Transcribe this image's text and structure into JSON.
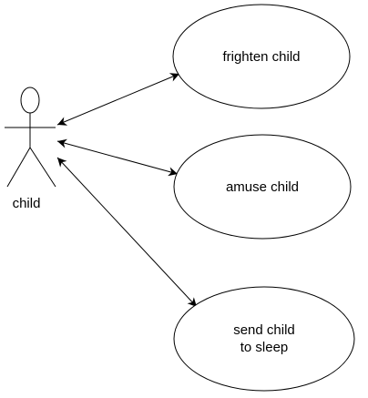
{
  "actor": {
    "label": "child"
  },
  "use_cases": [
    {
      "id": "frighten",
      "lines": [
        "frighten child"
      ]
    },
    {
      "id": "amuse",
      "lines": [
        "amuse child"
      ]
    },
    {
      "id": "sleep",
      "lines": [
        "send child",
        "to sleep"
      ]
    }
  ],
  "associations": [
    {
      "from": "actor",
      "to": "frighten",
      "arrows": "both"
    },
    {
      "from": "actor",
      "to": "amuse",
      "arrows": "both"
    },
    {
      "from": "actor",
      "to": "sleep",
      "arrows": "both"
    }
  ],
  "colors": {
    "stroke": "#000000",
    "background": "#ffffff"
  }
}
